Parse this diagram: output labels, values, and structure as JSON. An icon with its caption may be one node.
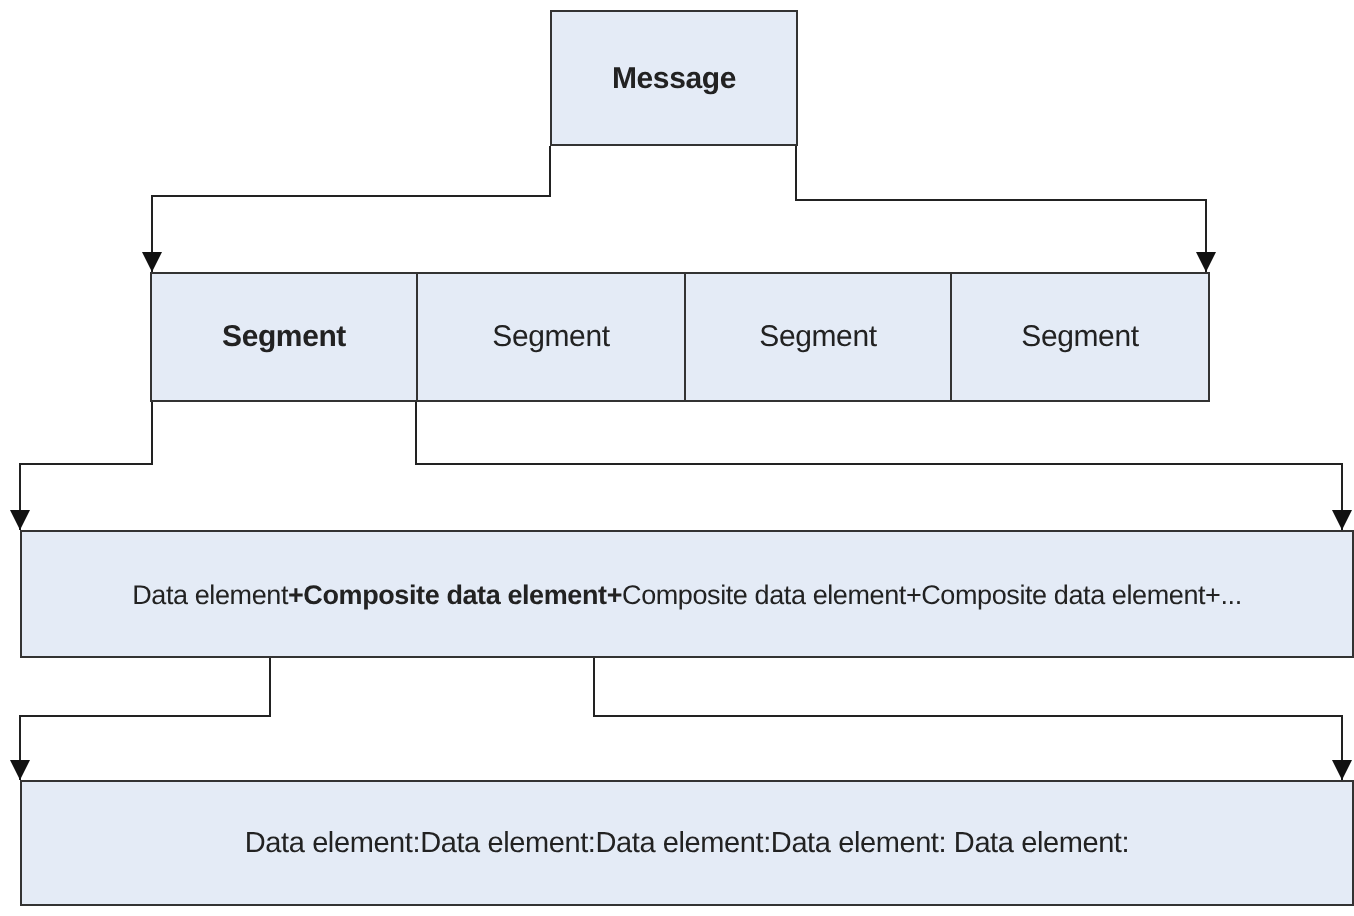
{
  "diagram": {
    "nodes": [
      {
        "text": [
          "Message"
        ]
      },
      {
        "text": [
          "Segment"
        ]
      },
      {
        "text": [
          "Segment"
        ]
      },
      {
        "text": [
          "Segment"
        ]
      },
      {
        "text": [
          "Segment"
        ]
      },
      {
        "text": [
          "Data element**+Composite data element+**Composite data element+Composite data element+..."
        ]
      },
      {
        "text": [
          "Data element:Data element:Data element:Data element: Data element:"
        ]
      }
    ],
    "edges": [
      {
        "from": 0,
        "to": 1,
        "arrow": "to"
      },
      {
        "from": 0,
        "to": 4,
        "arrow": "to"
      },
      {
        "from": 1,
        "to": 5,
        "arrow": "to"
      },
      {
        "from": 1,
        "to": 5,
        "arrow": "to"
      },
      {
        "from": 5,
        "to": 6,
        "arrow": "to"
      },
      {
        "from": 5,
        "to": 6,
        "arrow": "to"
      }
    ]
  }
}
